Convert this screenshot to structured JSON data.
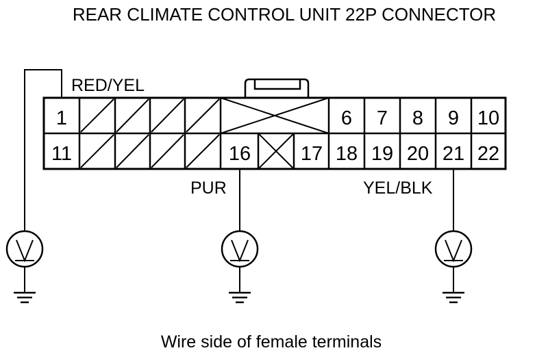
{
  "title": "REAR CLIMATE CONTROL UNIT 22P CONNECTOR",
  "caption": "Wire side of female terminals",
  "connector": {
    "top_row": {
      "pin_1": "1",
      "pin_6": "6",
      "pin_7": "7",
      "pin_8": "8",
      "pin_9": "9",
      "pin_10": "10"
    },
    "bottom_row": {
      "pin_11": "11",
      "pin_16": "16",
      "pin_17": "17",
      "pin_18": "18",
      "pin_19": "19",
      "pin_20": "20",
      "pin_21": "21",
      "pin_22": "22"
    }
  },
  "wires": {
    "pin1_color": "RED/YEL",
    "pin16_color": "PUR",
    "pin21_color": "YEL/BLK"
  },
  "icons": {
    "meter": "voltmeter-icon",
    "ground": "ground-icon"
  }
}
